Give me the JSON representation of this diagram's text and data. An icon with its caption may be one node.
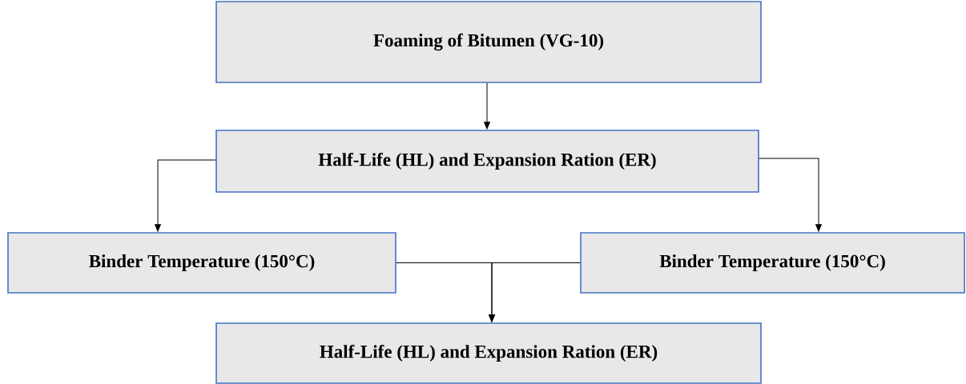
{
  "diagram": {
    "nodes": [
      {
        "text": [
          "Foaming of Bitumen (VG-10)"
        ]
      },
      {
        "text": [
          "Half-Life (HL) and Expansion Ration (ER)"
        ]
      },
      {
        "text": [
          "Binder Temperature (150°C)"
        ]
      },
      {
        "text": [
          "Binder Temperature (150°C)"
        ]
      },
      {
        "text": [
          "Half-Life (HL) and Expansion Ration (ER)"
        ]
      }
    ],
    "edges": [
      {
        "from": 0,
        "to": 1,
        "arrow": "to"
      },
      {
        "from": 1,
        "to": 2,
        "arrow": "to"
      },
      {
        "from": 1,
        "to": 3,
        "arrow": "to"
      },
      {
        "from": 2,
        "to": 4,
        "arrow": "to"
      },
      {
        "from": 3,
        "to": 4,
        "arrow": "to"
      }
    ]
  }
}
